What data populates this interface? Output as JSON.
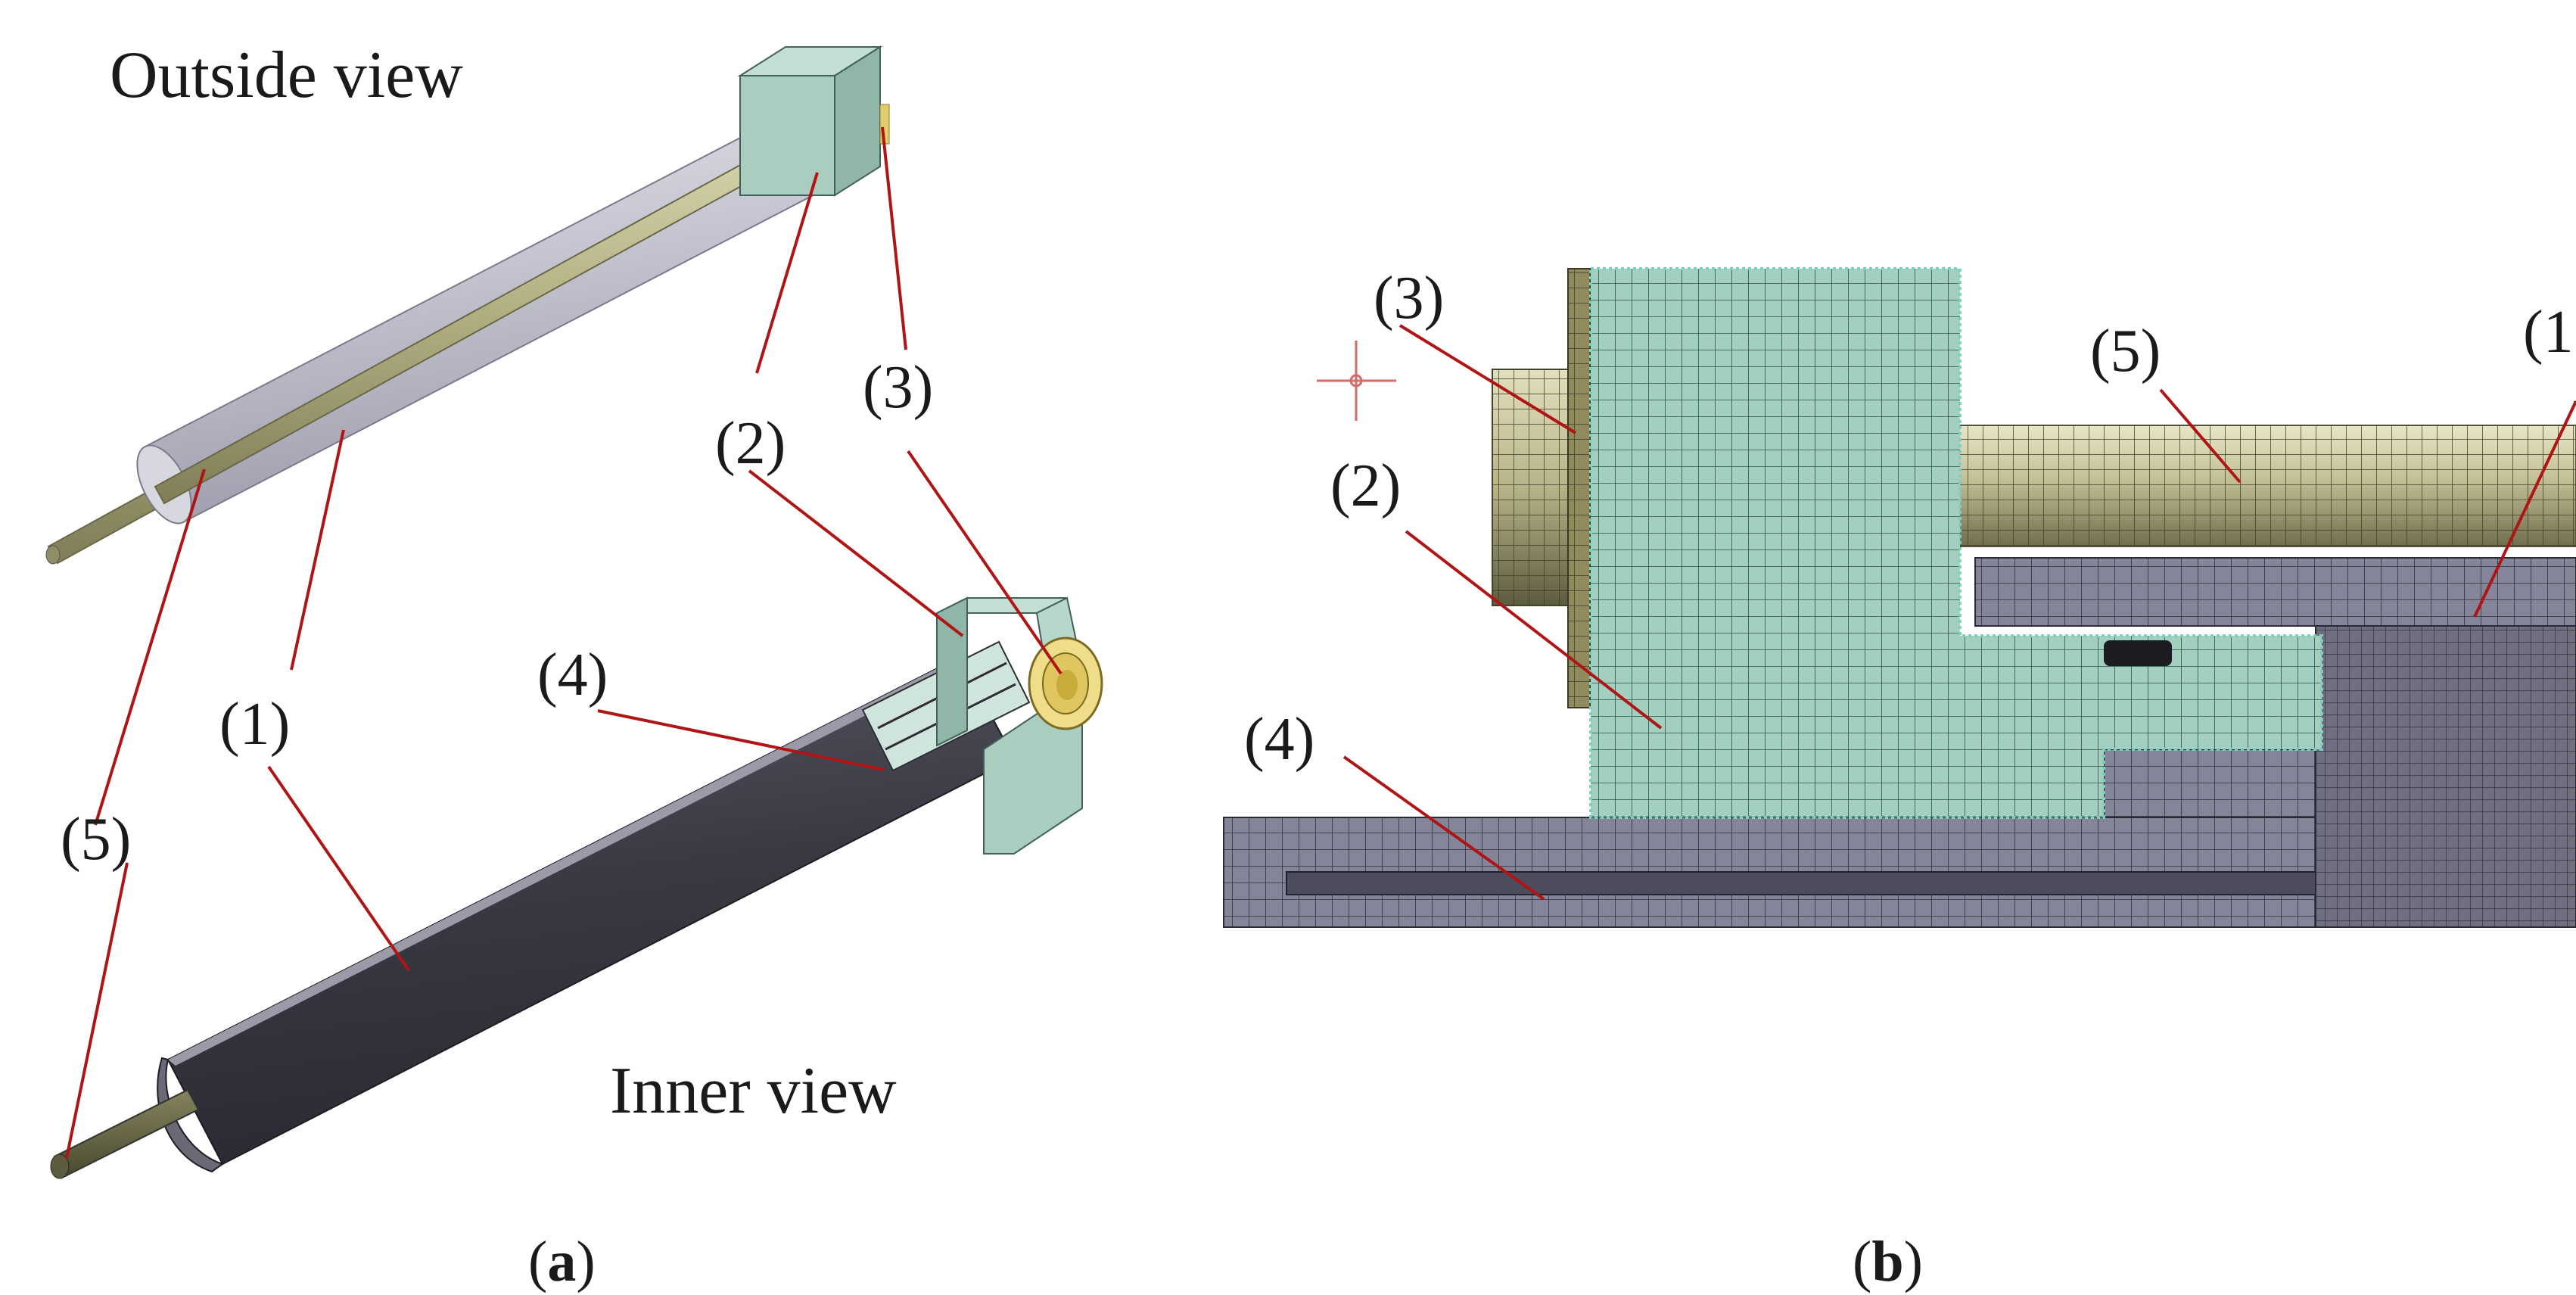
{
  "panel_a": {
    "title_outside": "Outside view",
    "title_inner": "Inner view",
    "labels": {
      "part1": "(1)",
      "part2": "(2)",
      "part3": "(3)",
      "part4": "(4)",
      "part5": "(5)"
    },
    "caption_open": "(",
    "caption_letter": "a",
    "caption_close": ")"
  },
  "panel_b": {
    "labels": {
      "part1": "(1",
      "part2": "(2)",
      "part3": "(3)",
      "part4": "(4)",
      "part5": "(5)"
    },
    "caption_open": "(",
    "caption_letter": "b",
    "caption_close": ")"
  },
  "colors": {
    "leader_line": "#b01515",
    "tube_outer": "#c9c9d4",
    "tube_inner": "#3e3e48",
    "rod": "#bdbb8c",
    "block": "#a9cdbf",
    "nut": "#e3cd6a",
    "mesh_block": "#9fcabb",
    "mesh_tube": "#7f7f8e",
    "mesh_rod": "#c9c79c"
  }
}
